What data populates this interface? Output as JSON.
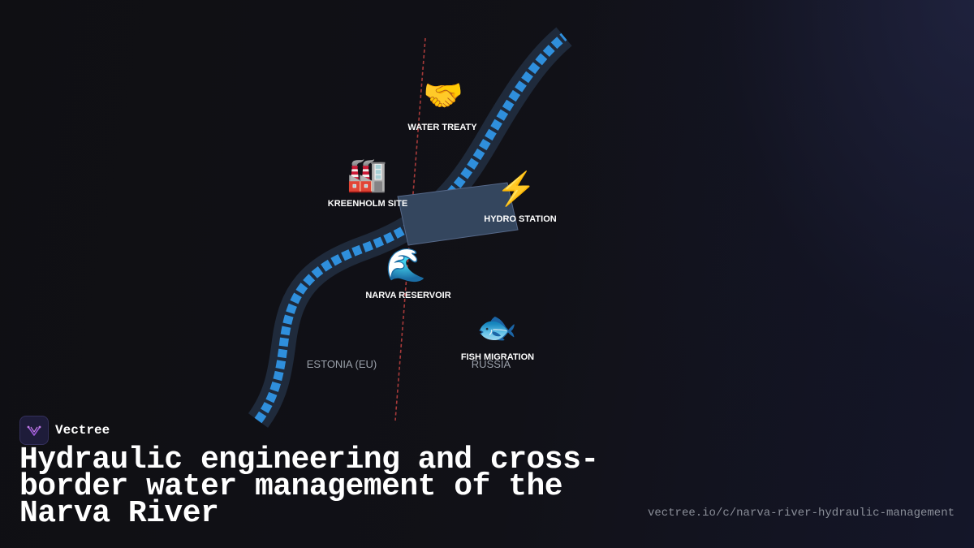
{
  "map": {
    "markers": [
      {
        "icon": "handshake-icon",
        "glyph": "🤝",
        "label": "WATER TREATY"
      },
      {
        "icon": "factory-icon",
        "glyph": "🏭",
        "label": "KREENHOLM SITE"
      },
      {
        "icon": "lightning-icon",
        "glyph": "⚡",
        "label": "HYDRO STATION"
      },
      {
        "icon": "wave-icon",
        "glyph": "🌊",
        "label": "NARVA RESERVOIR"
      },
      {
        "icon": "fish-icon",
        "glyph": "🐟",
        "label": "FISH MIGRATION"
      }
    ],
    "countries": {
      "west": "ESTONIA (EU)",
      "east": "RUSSIA"
    },
    "colors": {
      "river_bank": "#1f2a3b",
      "river_water": "#2f8fdc",
      "border_line": "#a83a3a",
      "dam": "#34465e"
    }
  },
  "brand": {
    "name": "Vectree",
    "logo_icon": "vectree-logo-icon"
  },
  "title": "Hydraulic engineering and cross-border water management of the Narva River",
  "url": "vectree.io/c/narva-river-hydraulic-management"
}
